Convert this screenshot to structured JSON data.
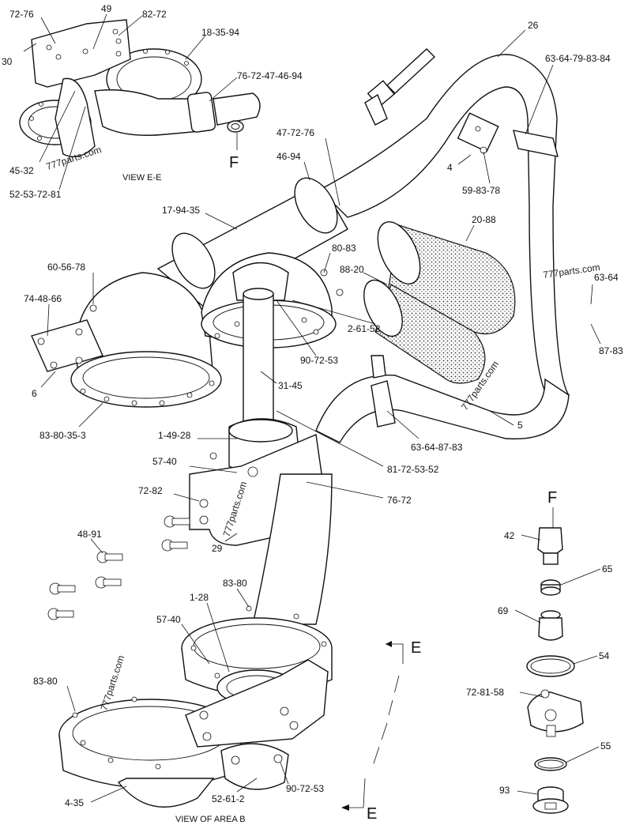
{
  "callouts": [
    {
      "id": "c-72-76",
      "text": "72-76"
    },
    {
      "id": "c-49",
      "text": "49"
    },
    {
      "id": "c-82-72",
      "text": "82-72"
    },
    {
      "id": "c-18-35-94",
      "text": "18-35-94"
    },
    {
      "id": "c-30",
      "text": "30"
    },
    {
      "id": "c-76-72-47-46-94",
      "text": "76-72-47-46-94"
    },
    {
      "id": "c-45-32",
      "text": "45-32"
    },
    {
      "id": "c-52-53-72-81",
      "text": "52-53-72-81"
    },
    {
      "id": "c-26",
      "text": "26"
    },
    {
      "id": "c-63-64-79-83-84",
      "text": "63-64-79-83-84"
    },
    {
      "id": "c-47-72-76",
      "text": "47-72-76"
    },
    {
      "id": "c-46-94",
      "text": "46-94"
    },
    {
      "id": "c-4",
      "text": "4"
    },
    {
      "id": "c-59-83-78",
      "text": "59-83-78"
    },
    {
      "id": "c-17-94-35",
      "text": "17-94-35"
    },
    {
      "id": "c-20-88",
      "text": "20-88"
    },
    {
      "id": "c-80-83",
      "text": "80-83"
    },
    {
      "id": "c-60-56-78",
      "text": "60-56-78"
    },
    {
      "id": "c-88-20",
      "text": "88-20"
    },
    {
      "id": "c-63-64",
      "text": "63-64"
    },
    {
      "id": "c-74-48-66",
      "text": "74-48-66"
    },
    {
      "id": "c-2-61-52",
      "text": "2-61-52"
    },
    {
      "id": "c-87-83",
      "text": "87-83"
    },
    {
      "id": "c-90-72-53-top",
      "text": "90-72-53"
    },
    {
      "id": "c-6",
      "text": "6"
    },
    {
      "id": "c-31-45",
      "text": "31-45"
    },
    {
      "id": "c-83-80-35-3",
      "text": "83-80-35-3"
    },
    {
      "id": "c-5",
      "text": "5"
    },
    {
      "id": "c-1-49-28",
      "text": "1-49-28"
    },
    {
      "id": "c-63-64-87-83",
      "text": "63-64-87-83"
    },
    {
      "id": "c-57-40-top",
      "text": "57-40"
    },
    {
      "id": "c-81-72-53-52",
      "text": "81-72-53-52"
    },
    {
      "id": "c-72-82",
      "text": "72-82"
    },
    {
      "id": "c-76-72",
      "text": "76-72"
    },
    {
      "id": "c-29",
      "text": "29"
    },
    {
      "id": "c-48-91",
      "text": "48-91"
    },
    {
      "id": "c-42",
      "text": "42"
    },
    {
      "id": "c-65",
      "text": "65"
    },
    {
      "id": "c-83-80-a",
      "text": "83-80"
    },
    {
      "id": "c-1-28",
      "text": "1-28"
    },
    {
      "id": "c-69",
      "text": "69"
    },
    {
      "id": "c-57-40-bot",
      "text": "57-40"
    },
    {
      "id": "c-54",
      "text": "54"
    },
    {
      "id": "c-83-80-b",
      "text": "83-80"
    },
    {
      "id": "c-72-81-58",
      "text": "72-81-58"
    },
    {
      "id": "c-55",
      "text": "55"
    },
    {
      "id": "c-52-61-2",
      "text": "52-61-2"
    },
    {
      "id": "c-90-72-53-bot",
      "text": "90-72-53"
    },
    {
      "id": "c-4-35",
      "text": "4-35"
    },
    {
      "id": "c-93",
      "text": "93"
    }
  ],
  "view_letters": {
    "f_view": "F",
    "f_detail": "F",
    "e_top": "E",
    "e_bottom": "E"
  },
  "captions": {
    "view_e": "VIEW E-E",
    "view_area_b": "VIEW OF AREA B"
  },
  "watermark": "777parts.com"
}
